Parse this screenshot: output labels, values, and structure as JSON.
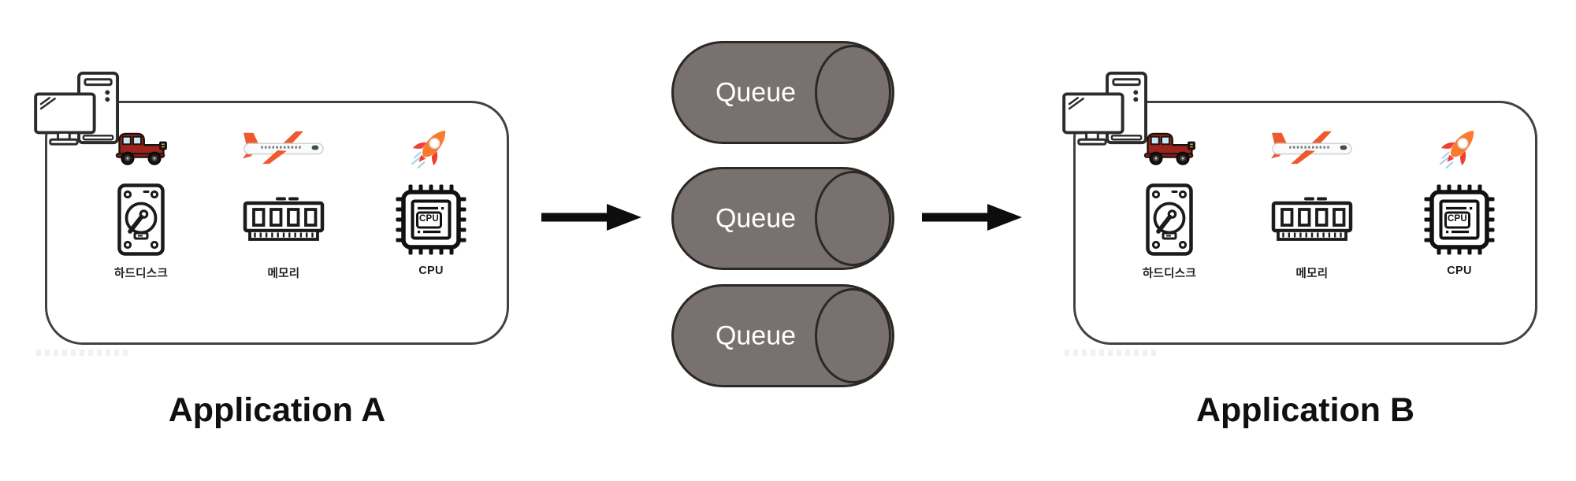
{
  "diagram": {
    "applications": [
      {
        "title": "Application A",
        "components": [
          {
            "vehicle_icon": "vintage-car-icon",
            "hardware_icon": "hard-disk-icon",
            "label": "하드디스크"
          },
          {
            "vehicle_icon": "airplane-icon",
            "hardware_icon": "memory-ram-icon",
            "label": "메모리"
          },
          {
            "vehicle_icon": "rocket-icon",
            "hardware_icon": "cpu-chip-icon",
            "label": "CPU"
          }
        ]
      },
      {
        "title": "Application B",
        "components": [
          {
            "vehicle_icon": "vintage-car-icon",
            "hardware_icon": "hard-disk-icon",
            "label": "하드디스크"
          },
          {
            "vehicle_icon": "airplane-icon",
            "hardware_icon": "memory-ram-icon",
            "label": "메모리"
          },
          {
            "vehicle_icon": "rocket-icon",
            "hardware_icon": "cpu-chip-icon",
            "label": "CPU"
          }
        ]
      }
    ],
    "queues": [
      {
        "label": "Queue"
      },
      {
        "label": "Queue"
      },
      {
        "label": "Queue"
      }
    ],
    "cpu_chip_text": "CPU",
    "corner_icon": "desktop-computer-icon",
    "colors": {
      "background": "#ffffff",
      "box_border": "#414141",
      "queue_fill": "#787170",
      "queue_border": "#2c2826",
      "queue_text": "#ffffff",
      "arrow": "#0d0d0d",
      "title_text": "#101010",
      "label_text": "#1d1d1d",
      "car_body": "#9b241e",
      "plane_orange": "#ee5a2e",
      "rocket_orange": "#f97b2e"
    }
  }
}
